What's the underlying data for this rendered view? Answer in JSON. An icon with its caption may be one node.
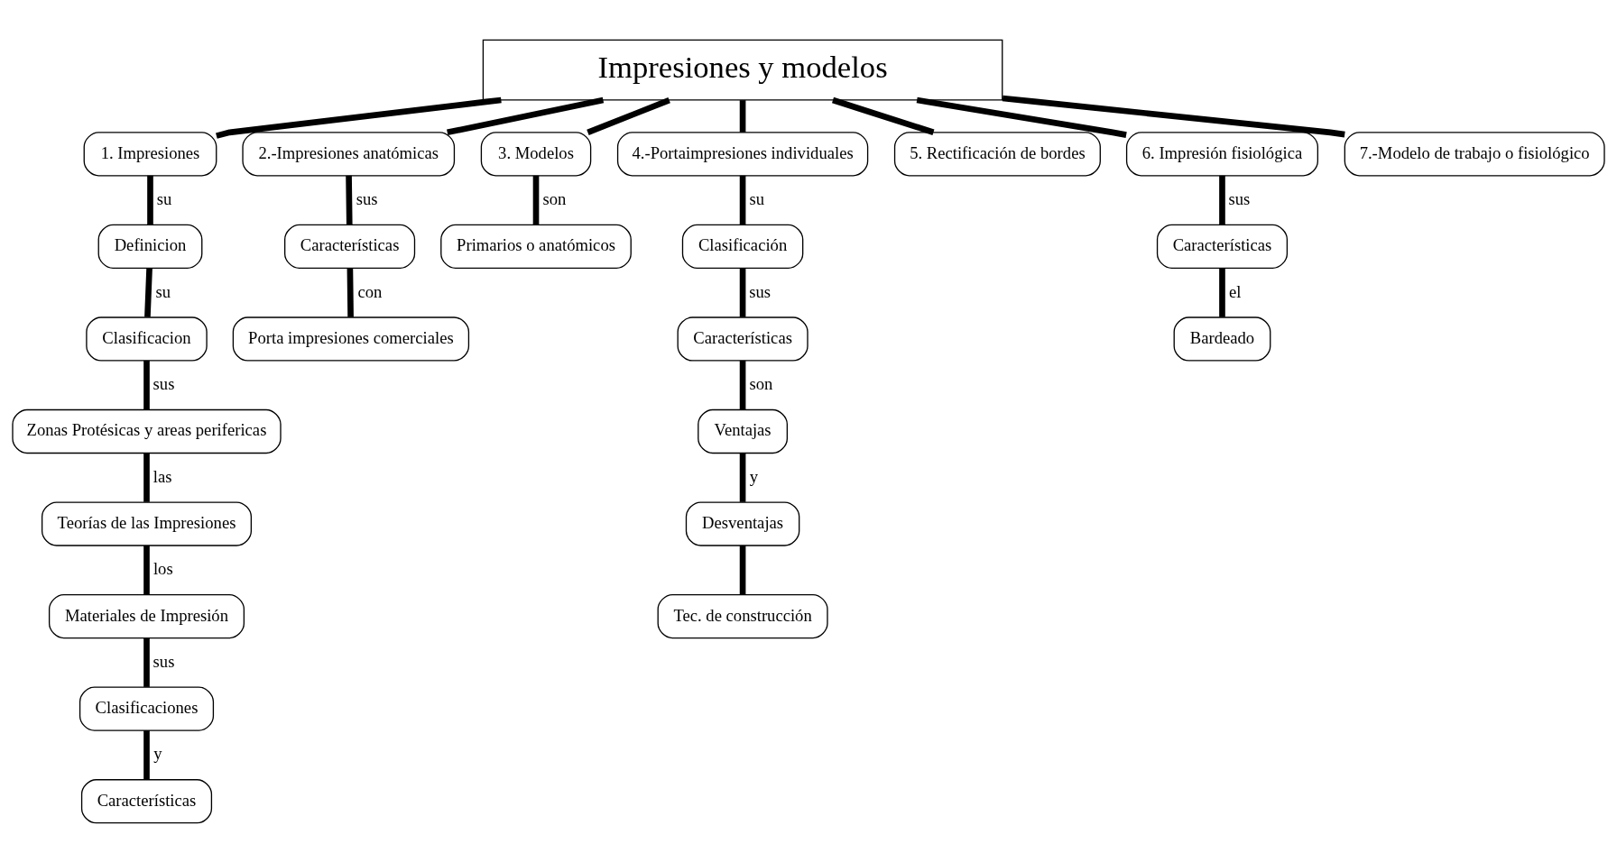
{
  "diagram": {
    "nodes": [
      {
        "text": [
          "Impresiones y modelos"
        ]
      },
      {
        "text": [
          "1. Impresiones"
        ]
      },
      {
        "text": [
          "2.-Impresiones anatómicas"
        ]
      },
      {
        "text": [
          "3. Modelos"
        ]
      },
      {
        "text": [
          "4.-Portaimpresiones individuales"
        ]
      },
      {
        "text": [
          "5. Rectificación de bordes"
        ]
      },
      {
        "text": [
          "6. Impresión fisiológica"
        ]
      },
      {
        "text": [
          "7.-Modelo de trabajo o fisiológico"
        ]
      },
      {
        "text": [
          "Definicion"
        ]
      },
      {
        "text": [
          "Clasificacion"
        ]
      },
      {
        "text": [
          "Zonas Protésicas y areas perifericas"
        ]
      },
      {
        "text": [
          "Teorías de las Impresiones"
        ]
      },
      {
        "text": [
          "Materiales de Impresión"
        ]
      },
      {
        "text": [
          "Clasificaciones"
        ]
      },
      {
        "text": [
          "Características"
        ]
      },
      {
        "text": [
          "Características"
        ]
      },
      {
        "text": [
          "Porta impresiones comerciales"
        ]
      },
      {
        "text": [
          "Primarios o anatómicos"
        ]
      },
      {
        "text": [
          "Clasificación"
        ]
      },
      {
        "text": [
          "Características"
        ]
      },
      {
        "text": [
          "Ventajas"
        ]
      },
      {
        "text": [
          "Desventajas"
        ]
      },
      {
        "text": [
          "Tec. de construcción"
        ]
      },
      {
        "text": [
          "Características"
        ]
      },
      {
        "text": [
          "Bardeado"
        ]
      }
    ],
    "edges": [
      {
        "from": 0,
        "to": 1,
        "arrow": "none"
      },
      {
        "from": 0,
        "to": 2,
        "arrow": "none"
      },
      {
        "from": 0,
        "to": 3,
        "arrow": "none"
      },
      {
        "from": 0,
        "to": 4,
        "arrow": "none"
      },
      {
        "from": 0,
        "to": 5,
        "arrow": "none"
      },
      {
        "from": 0,
        "to": 6,
        "arrow": "none"
      },
      {
        "from": 0,
        "to": 7,
        "arrow": "none"
      },
      {
        "from": 1,
        "to": 8,
        "arrow": "none",
        "label": "su"
      },
      {
        "from": 8,
        "to": 9,
        "arrow": "none",
        "label": "su"
      },
      {
        "from": 9,
        "to": 10,
        "arrow": "none",
        "label": "sus"
      },
      {
        "from": 10,
        "to": 11,
        "arrow": "none",
        "label": "las"
      },
      {
        "from": 11,
        "to": 12,
        "arrow": "none",
        "label": "los"
      },
      {
        "from": 12,
        "to": 13,
        "arrow": "none",
        "label": "sus"
      },
      {
        "from": 13,
        "to": 14,
        "arrow": "none",
        "label": "y"
      },
      {
        "from": 2,
        "to": 15,
        "arrow": "none",
        "label": "sus"
      },
      {
        "from": 15,
        "to": 16,
        "arrow": "none",
        "label": "con"
      },
      {
        "from": 3,
        "to": 17,
        "arrow": "none",
        "label": "son"
      },
      {
        "from": 4,
        "to": 18,
        "arrow": "none",
        "label": "su"
      },
      {
        "from": 18,
        "to": 19,
        "arrow": "none",
        "label": "sus"
      },
      {
        "from": 19,
        "to": 20,
        "arrow": "none",
        "label": "son"
      },
      {
        "from": 20,
        "to": 21,
        "arrow": "none",
        "label": "y"
      },
      {
        "from": 21,
        "to": 22,
        "arrow": "none"
      },
      {
        "from": 6,
        "to": 23,
        "arrow": "none",
        "label": "sus"
      },
      {
        "from": 23,
        "to": 24,
        "arrow": "none",
        "label": "el"
      }
    ]
  }
}
